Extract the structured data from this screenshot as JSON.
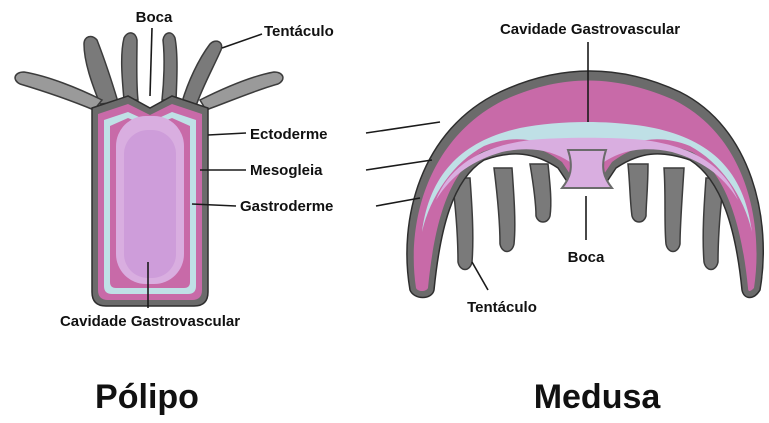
{
  "colors": {
    "ectoderm": "#6b6b6b",
    "mesoglea": "#bfe0e6",
    "gastroderm": "#c86aa8",
    "cavity": "#d9aee0",
    "cavity_dark": "#c48fd6",
    "tentacle": "#7a7a7a",
    "background": "#ffffff"
  },
  "polyp": {
    "title": "Pólipo",
    "labels": {
      "mouth": "Boca",
      "tentacle": "Tentáculo",
      "ectoderm": "Ectoderme",
      "mesoglea": "Mesogleia",
      "gastroderm": "Gastroderme",
      "cavity": "Cavidade Gastrovascular"
    }
  },
  "medusa": {
    "title": "Medusa",
    "labels": {
      "cavity": "Cavidade Gastrovascular",
      "mouth": "Boca",
      "tentacle": "Tentáculo"
    }
  }
}
